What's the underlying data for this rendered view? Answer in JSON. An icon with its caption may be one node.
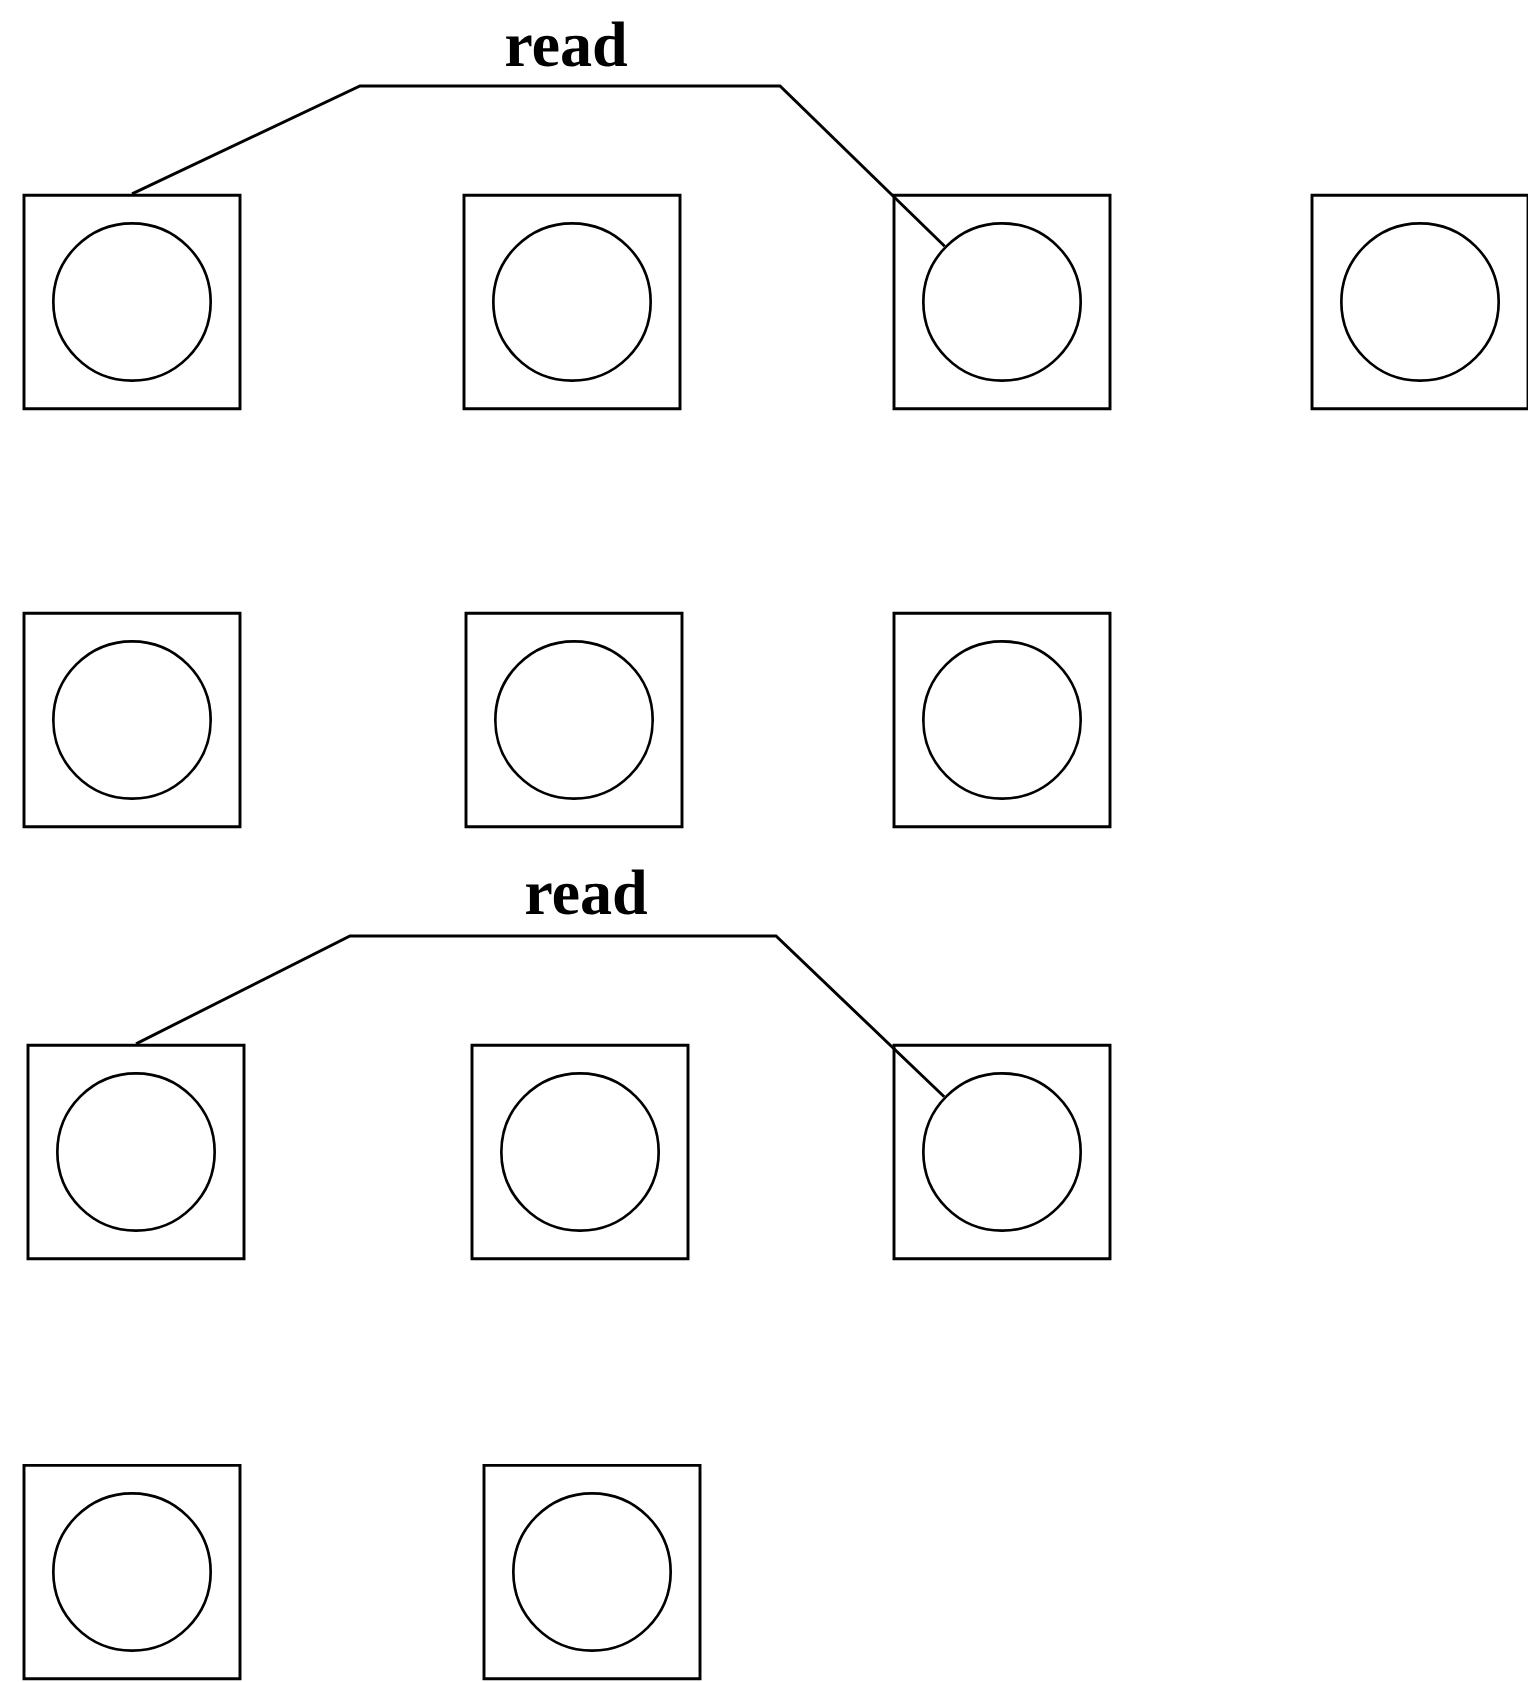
{
  "diagram": {
    "nodes": [
      {
        "text": [],
        "shape": "box"
      },
      {
        "text": [],
        "shape": "circle",
        "in": 0
      },
      {
        "text": [],
        "shape": "box"
      },
      {
        "text": [],
        "shape": "circle",
        "in": 2
      },
      {
        "text": [],
        "shape": "box"
      },
      {
        "text": [],
        "shape": "circle",
        "in": 4
      },
      {
        "text": [],
        "shape": "box"
      },
      {
        "text": [],
        "shape": "circle",
        "in": 6
      },
      {
        "text": [],
        "shape": "box"
      },
      {
        "text": [],
        "shape": "circle",
        "in": 8
      },
      {
        "text": [],
        "shape": "box"
      },
      {
        "text": [],
        "shape": "circle",
        "in": 10
      },
      {
        "text": [],
        "shape": "box"
      },
      {
        "text": [],
        "shape": "circle",
        "in": 12
      },
      {
        "text": [],
        "shape": "box"
      },
      {
        "text": [],
        "shape": "circle",
        "in": 14
      },
      {
        "text": [],
        "shape": "box"
      },
      {
        "text": [],
        "shape": "circle",
        "in": 16
      },
      {
        "text": [],
        "shape": "box"
      },
      {
        "text": [],
        "shape": "circle",
        "in": 18
      },
      {
        "text": [],
        "shape": "box"
      },
      {
        "text": [],
        "shape": "circle",
        "in": 20
      },
      {
        "text": [],
        "shape": "box"
      },
      {
        "text": [],
        "shape": "circle",
        "in": 22
      }
    ],
    "edges": [
      {
        "from": 0,
        "to": 5,
        "arrow": "none",
        "label": "read"
      },
      {
        "from": 14,
        "to": 19,
        "arrow": "none",
        "label": "read"
      }
    ]
  }
}
